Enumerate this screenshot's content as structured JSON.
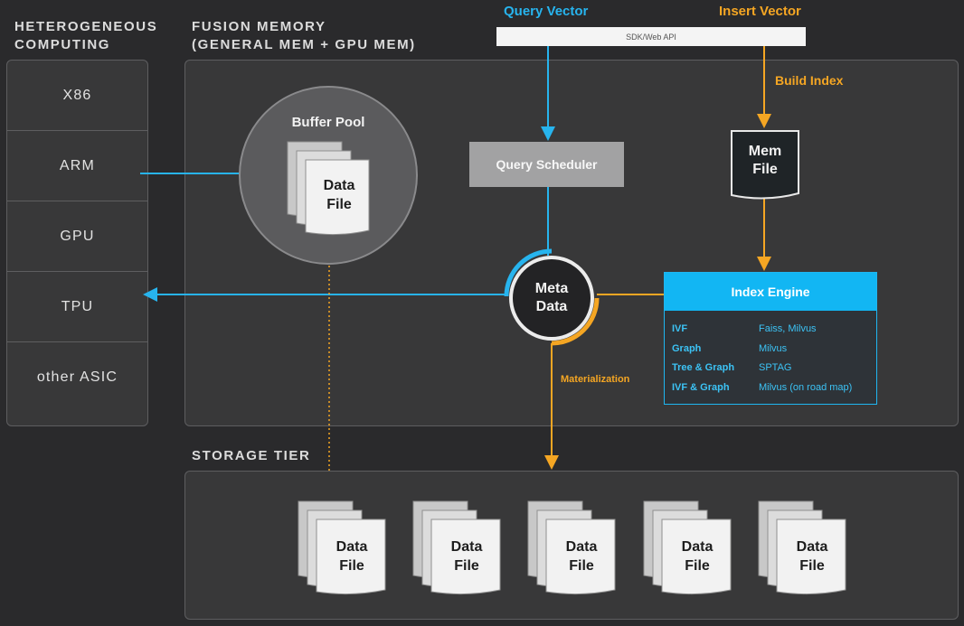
{
  "sections": {
    "heterogeneous": [
      "HETEROGENEOUS",
      "COMPUTING"
    ],
    "fusion": [
      "FUSION MEMORY",
      "(GENERAL MEM + GPU MEM)"
    ],
    "storage": "STORAGE TIER"
  },
  "compute_units": [
    "X86",
    "ARM",
    "GPU",
    "TPU",
    "other ASIC"
  ],
  "top_labels": {
    "query_vector": "Query Vector",
    "insert_vector": "Insert Vector",
    "sdk_api": "SDK/Web API"
  },
  "buffer_pool": {
    "title": "Buffer Pool",
    "file_line1": "Data",
    "file_line2": "File"
  },
  "query_scheduler": "Query Scheduler",
  "build_index": "Build Index",
  "mem_file": [
    "Mem",
    "File"
  ],
  "meta_data": [
    "Meta",
    "Data"
  ],
  "materialization": "Materialization",
  "index_engine": {
    "title": "Index Engine",
    "rows": [
      {
        "key": "IVF",
        "value": "Faiss, Milvus"
      },
      {
        "key": "Graph",
        "value": "Milvus"
      },
      {
        "key": "Tree & Graph",
        "value": "SPTAG"
      },
      {
        "key": "IVF & Graph",
        "value": "Milvus (on road map)"
      }
    ]
  },
  "storage_files": [
    [
      "Data",
      "File"
    ],
    [
      "Data",
      "File"
    ],
    [
      "Data",
      "File"
    ],
    [
      "Data",
      "File"
    ],
    [
      "Data",
      "File"
    ]
  ],
  "colors": {
    "query_flow": "#27b4ee",
    "insert_flow": "#f5a623",
    "background": "#2a2a2c",
    "panel": "#383839"
  }
}
